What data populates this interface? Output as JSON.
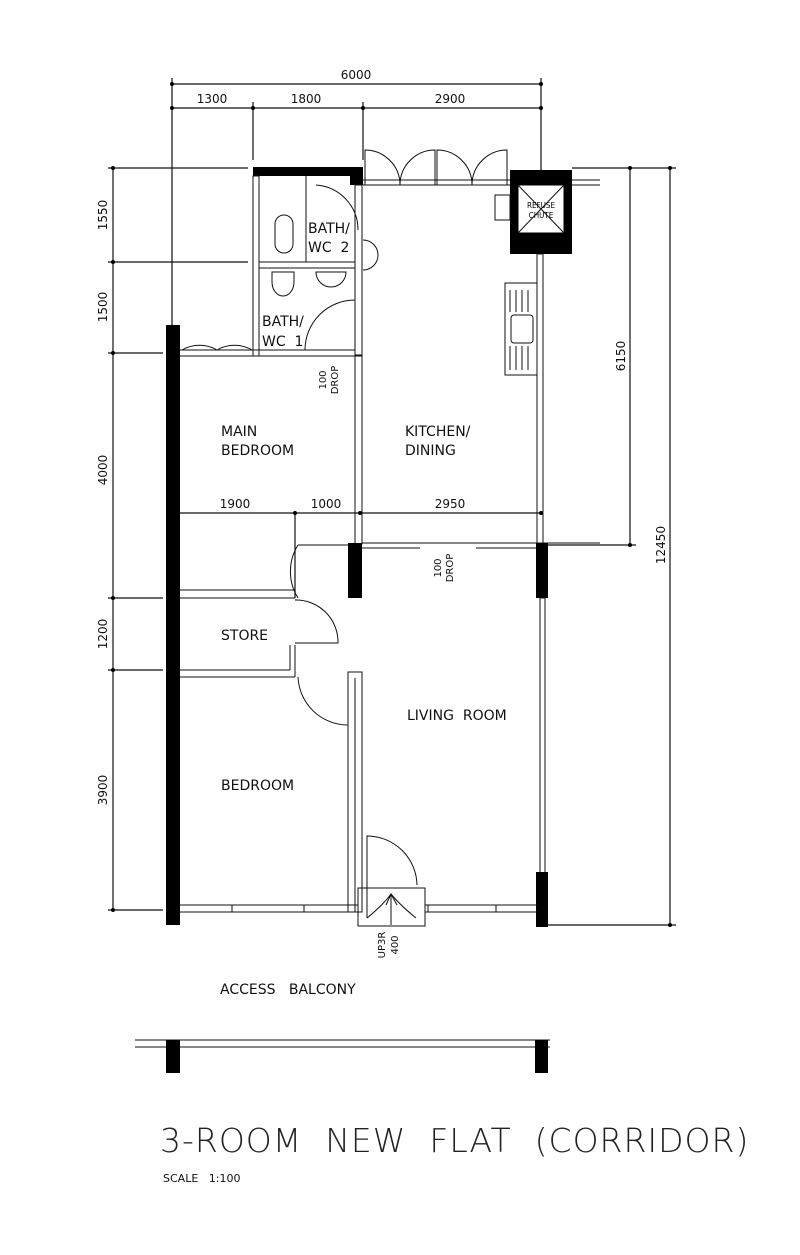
{
  "dimensions": {
    "top_total": "6000",
    "top_segments": [
      "1300",
      "1800",
      "2900"
    ],
    "left_segments": [
      "1550",
      "1500",
      "4000",
      "1200",
      "3900"
    ],
    "mid_segments": [
      "1900",
      "1000",
      "2950"
    ],
    "right_partial": "6150",
    "right_total": "12450"
  },
  "rooms": {
    "bath2": [
      "BATH/",
      "WC  2"
    ],
    "bath1": [
      "BATH/",
      "WC  1"
    ],
    "refuse": [
      "REFUSE",
      "CHUTE"
    ],
    "main_bedroom": [
      "MAIN",
      "BEDROOM"
    ],
    "kitchen": [
      "KITCHEN/",
      "DINING"
    ],
    "store": "STORE",
    "living": "LIVING  ROOM",
    "bedroom": "BEDROOM",
    "access_balcony": "ACCESS   BALCONY"
  },
  "annotations": {
    "drop1": [
      "100",
      "DROP"
    ],
    "drop2": [
      "100",
      "DROP"
    ],
    "entry": [
      "UP3R",
      "400"
    ]
  },
  "title": "3-ROOM  NEW  FLAT  (CORRIDOR)",
  "scale": "SCALE   1:100"
}
